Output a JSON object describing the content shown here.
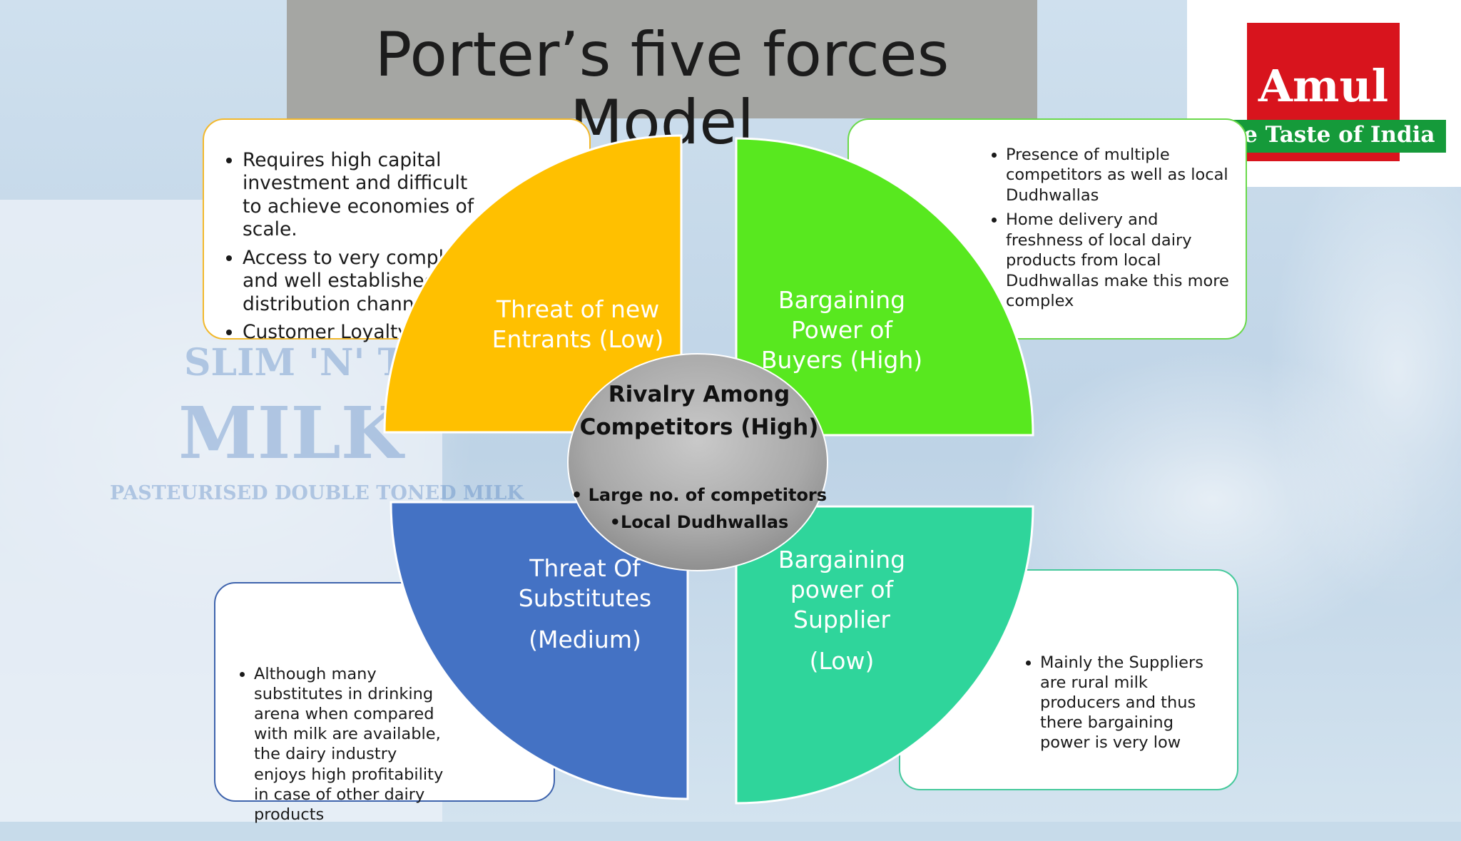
{
  "title": "Porter’s five forces Model",
  "logo": {
    "name": "Amul",
    "tagline": "The Taste of India",
    "colors": {
      "red": "#d8141d",
      "green": "#159a3a"
    }
  },
  "background_text": {
    "line1": "SLIM 'N' TRIM",
    "line2": "MILK",
    "line3": "PASTEURISED DOUBLE TONED MILK"
  },
  "center": {
    "title": "Rivalry Among Competitors (High)",
    "points": [
      "Large no. of competitors",
      "Local Dudhwallas"
    ],
    "color": "#a6a6a6"
  },
  "quadrants": {
    "top_left": {
      "label": "Threat of new Entrants (Low)",
      "color": "#ffc000",
      "points": [
        "Requires  high capital investment and difficult to achieve economies of scale.",
        "Access to very complex and well established distribution channel",
        "Customer Loyalty"
      ]
    },
    "top_right": {
      "label": "Bargaining Power of Buyers  (High)",
      "color": "#58e81f",
      "points": [
        "Presence of multiple competitors as well as local Dudhwallas",
        "Home delivery and freshness of local dairy products from local Dudhwallas make this more complex"
      ]
    },
    "bottom_left": {
      "label": "Threat Of Substitutes",
      "level": "(Medium)",
      "color": "#4472c4",
      "points": [
        "Although many substitutes in drinking arena when compared with milk are available, the dairy industry enjoys high profitability in case of other dairy products"
      ]
    },
    "bottom_right": {
      "label": "Bargaining power of Supplier",
      "level": "(Low)",
      "color": "#2fd59b",
      "points": [
        "Mainly the Suppliers are rural milk producers and thus there bargaining power is very low"
      ]
    }
  }
}
